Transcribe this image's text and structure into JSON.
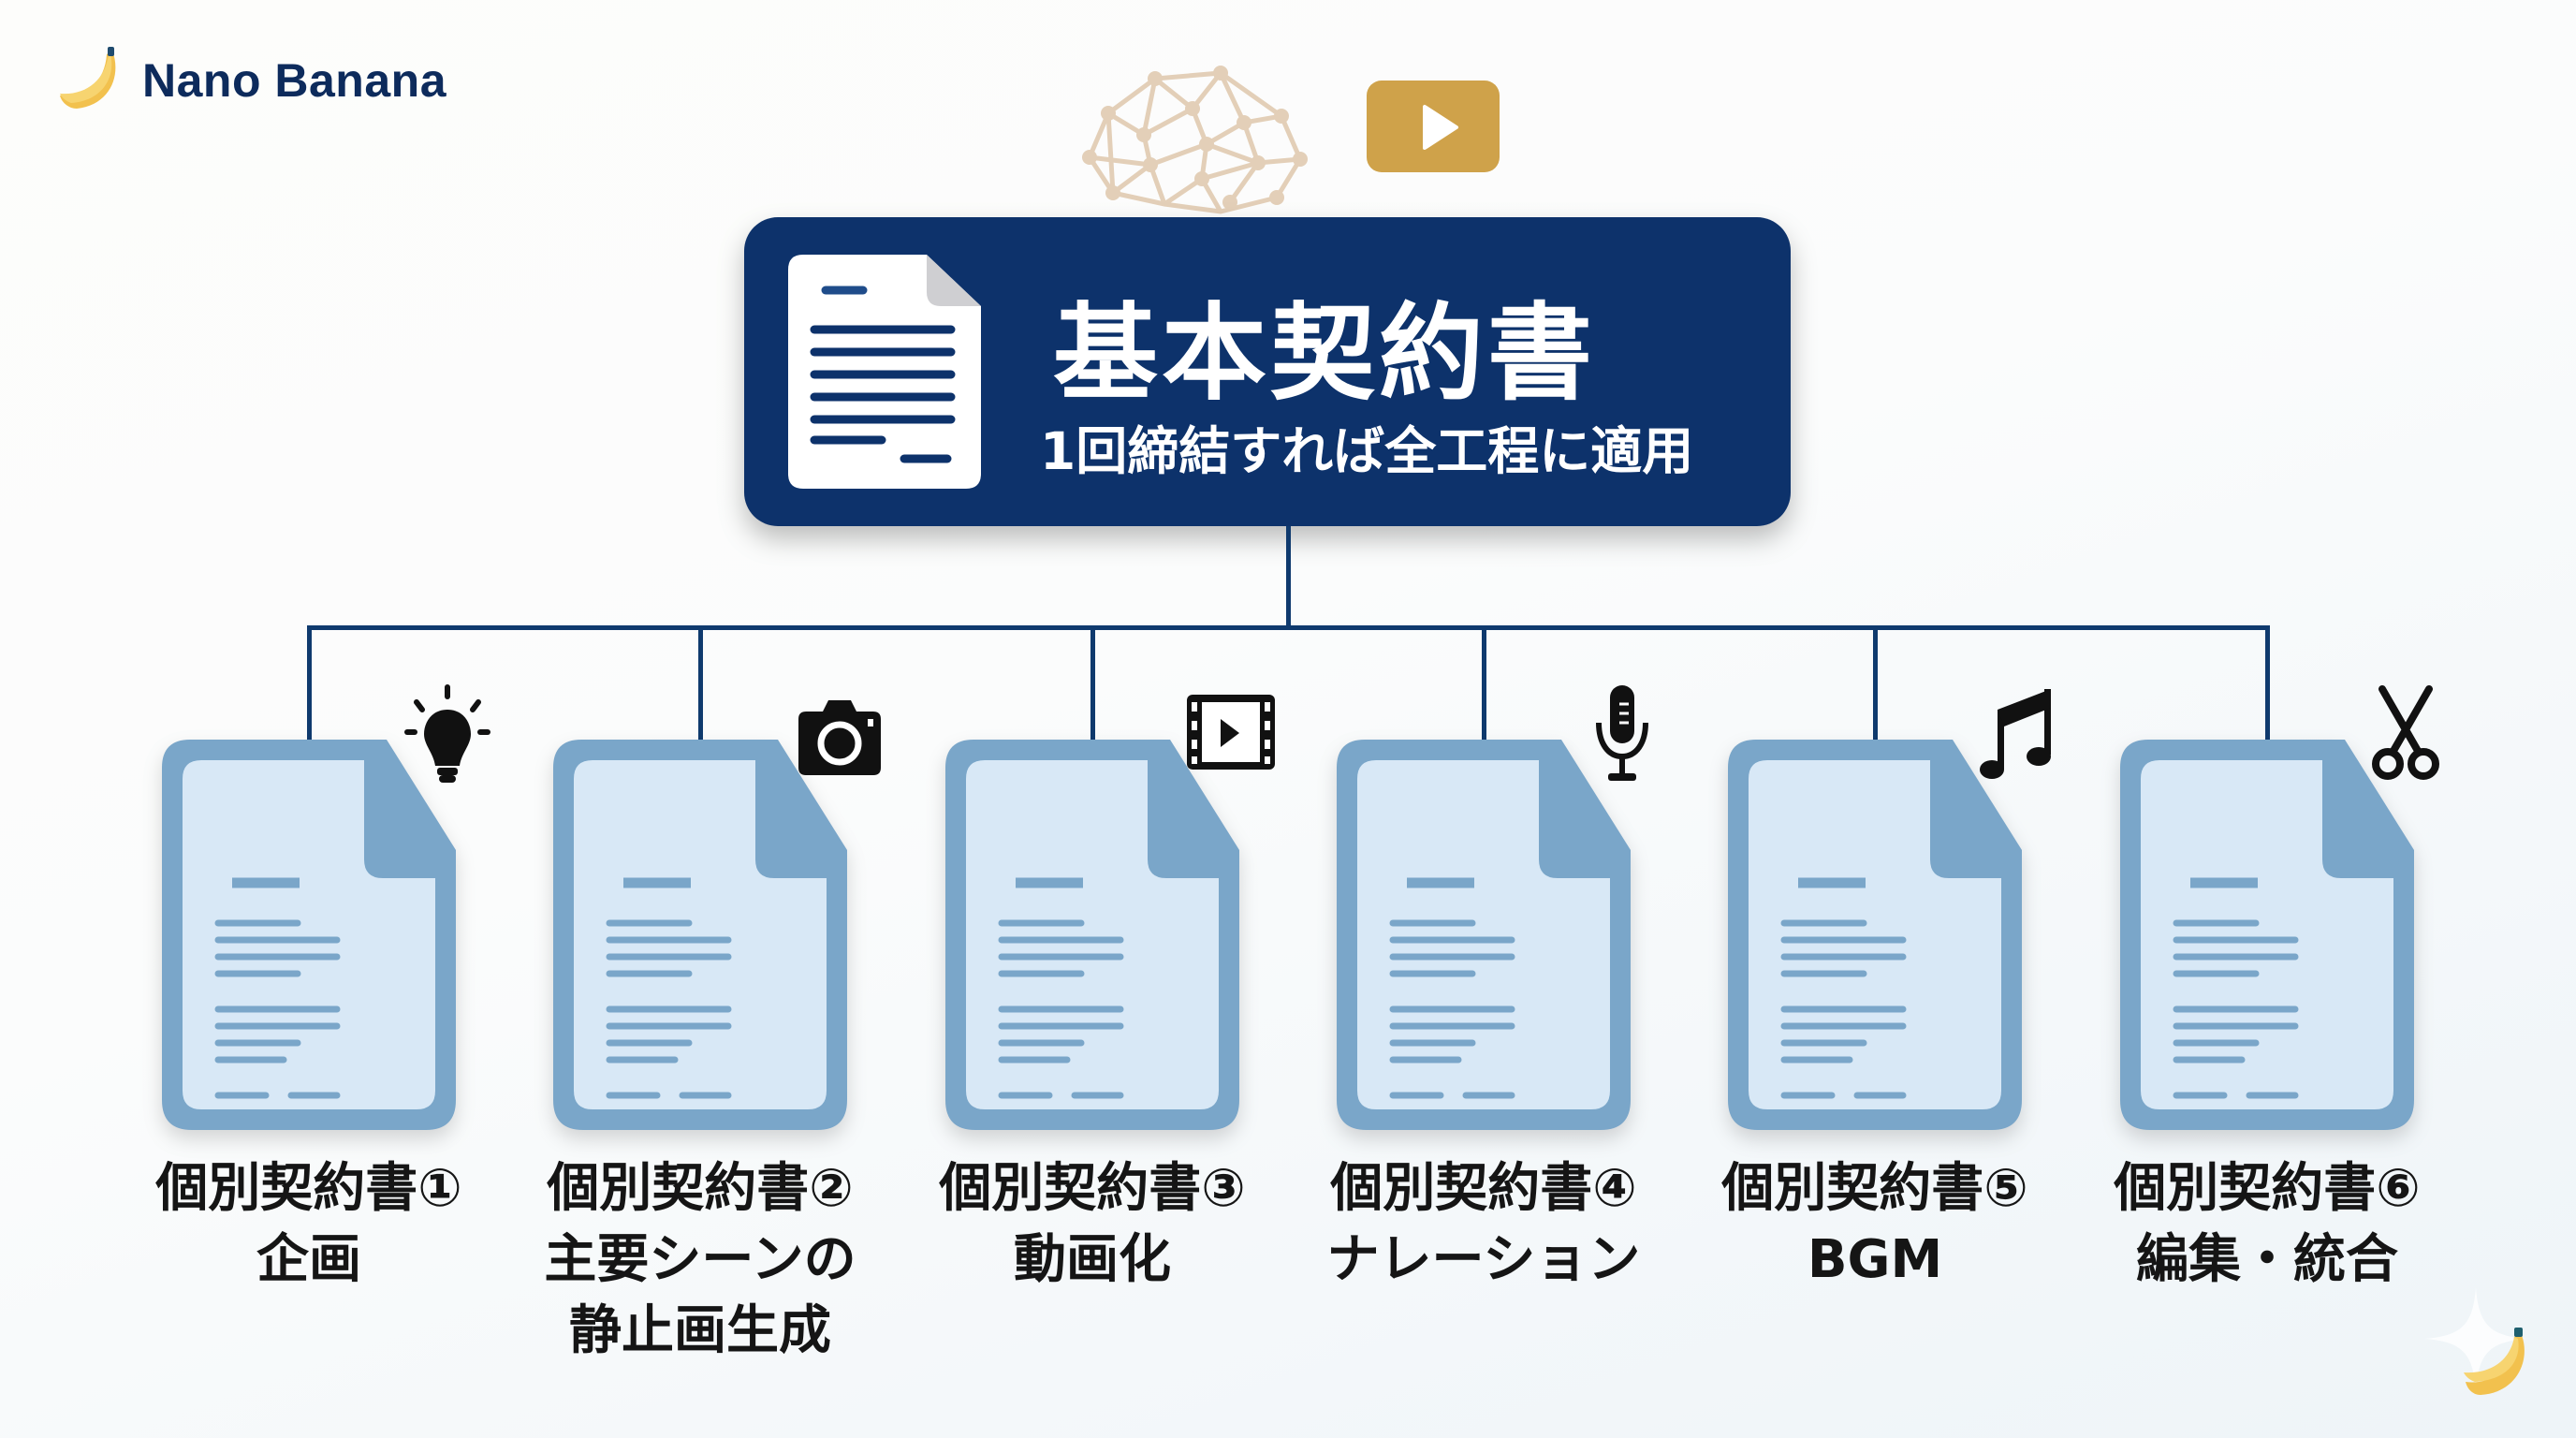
{
  "brand": {
    "name": "Nano Banana"
  },
  "main": {
    "title": "基本契約書",
    "subtitle": "1回締結すれば全工程に適用"
  },
  "colors": {
    "navy": "#0d326b",
    "card_border": "#7aa6c9",
    "card_fill": "#d8e8f6",
    "gold": "#cfa24a"
  },
  "cards": [
    {
      "title": "個別契約書①",
      "lines": [
        "企画"
      ],
      "icon": "lightbulb-icon"
    },
    {
      "title": "個別契約書②",
      "lines": [
        "主要シーンの",
        "静止画生成"
      ],
      "icon": "camera-icon"
    },
    {
      "title": "個別契約書③",
      "lines": [
        "動画化"
      ],
      "icon": "film-icon"
    },
    {
      "title": "個別契約書④",
      "lines": [
        "ナレーション"
      ],
      "icon": "microphone-icon"
    },
    {
      "title": "個別契約書⑤",
      "lines": [
        "BGM"
      ],
      "icon": "music-note-icon"
    },
    {
      "title": "個別契約書⑥",
      "lines": [
        "編集・統合"
      ],
      "icon": "scissors-icon"
    }
  ]
}
